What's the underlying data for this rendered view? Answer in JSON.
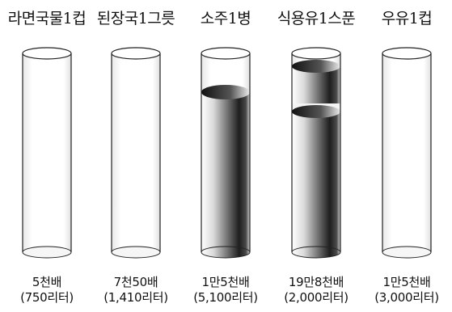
{
  "items": [
    {
      "name": "라면국물1컵",
      "multiple": "5천배",
      "water": "(750리터)",
      "level": 0.0
    },
    {
      "name": "된장국1그릇",
      "multiple": "7천50배",
      "water": "(1,410리터)",
      "level": 0.0
    },
    {
      "name": "소주1병",
      "multiple": "1만5천배",
      "water": "(5,100리터)",
      "level": 0.8
    },
    {
      "name": "식용유1스푼",
      "multiple": "19만8천배",
      "water": "(2,000리터)",
      "level": 0.88
    },
    {
      "name": "우유1컵",
      "multiple": "1만5천배",
      "water": "(3,000리터)",
      "level": 0.0
    }
  ]
}
